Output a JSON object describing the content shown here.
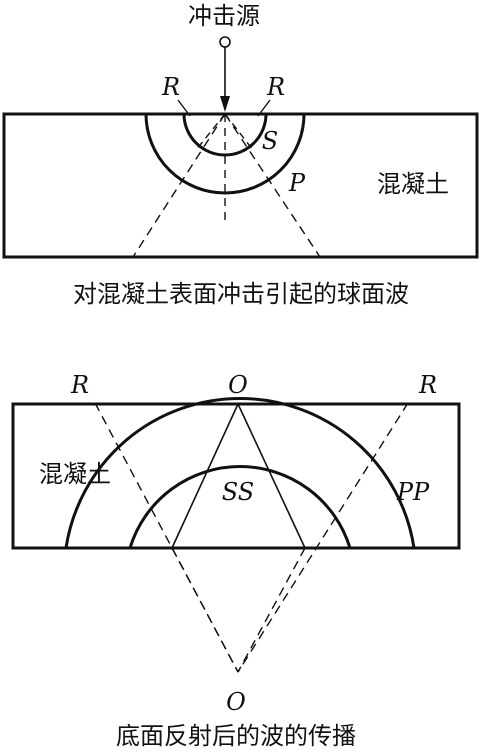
{
  "top": {
    "source_label": "冲击源",
    "r_left": "R",
    "r_right": "R",
    "s_label": "S",
    "p_label": "P",
    "material_label": "混凝土",
    "caption": "对混凝土表面冲击引起的球面波"
  },
  "bottom": {
    "r_left": "R",
    "r_right": "R",
    "o_top": "O",
    "o_bottom": "O",
    "ss_label": "SS",
    "pp_label": "PP",
    "material_label": "混凝土",
    "caption": "底面反射后的波的传播"
  }
}
